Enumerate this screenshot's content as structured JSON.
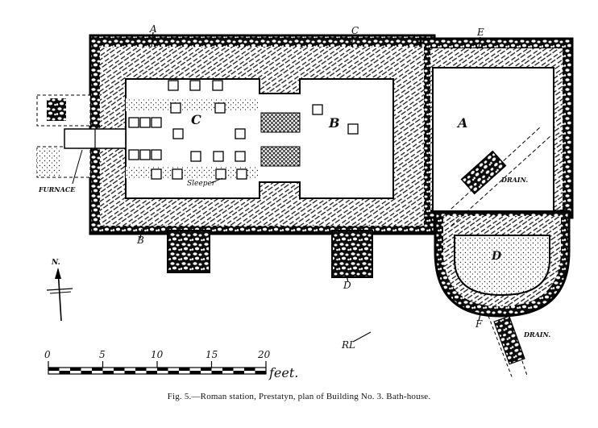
{
  "labels": {
    "section_a_top": "A",
    "section_c_top": "C",
    "section_e_top": "E",
    "section_b_bottom": "B",
    "section_d_bottom": "D",
    "section_f_bottom": "F",
    "room_c": "C",
    "room_b": "B",
    "room_a": "A",
    "room_d": "D",
    "furnace": "FURNACE",
    "sleeper": "Sleeper",
    "drain_inner": "DRAIN.",
    "drain_outer": "DRAIN.",
    "north": "N.",
    "monogram": "RL"
  },
  "scale": {
    "ticks": [
      "0",
      "5",
      "10",
      "15",
      "20"
    ],
    "unit": "feet."
  },
  "caption": "Fig. 5.—Roman station, Prestatyn, plan of Building No. 3.   Bath-house."
}
